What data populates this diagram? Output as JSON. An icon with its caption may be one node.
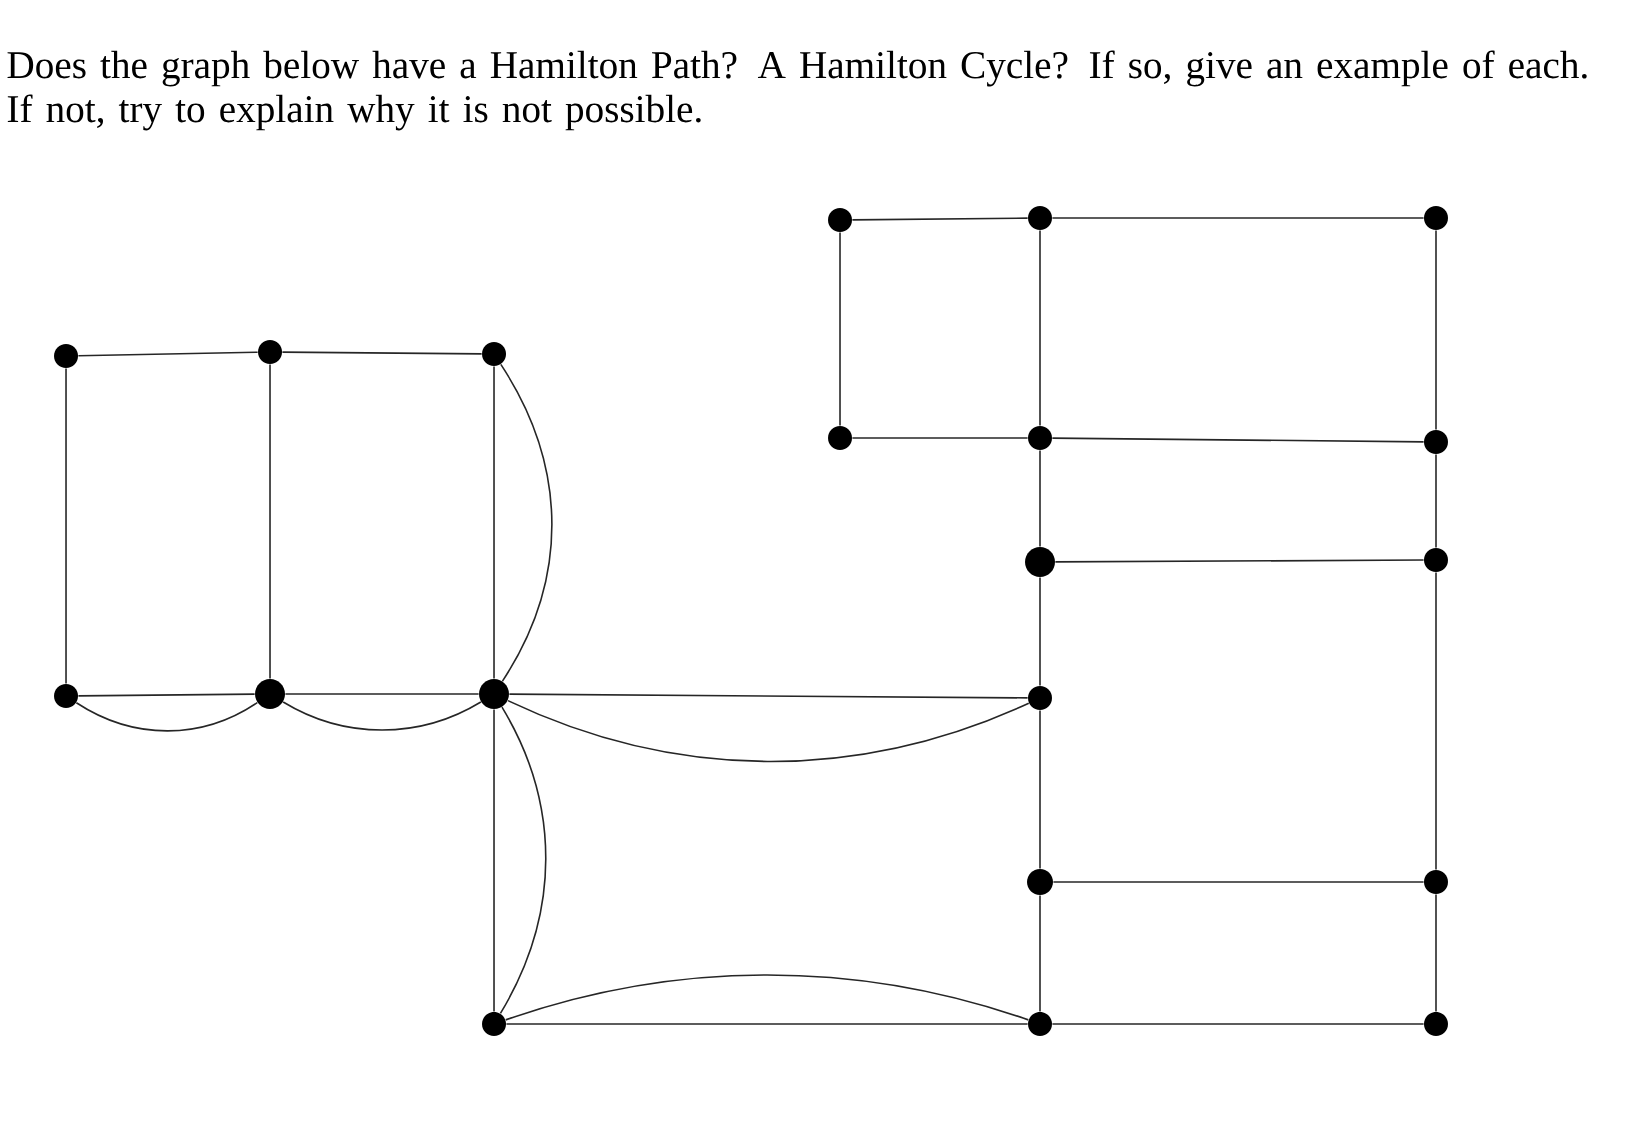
{
  "diagram": {
    "title": "Does the graph below have a Hamilton Path? A Hamilton Cycle? If so, give an example of each. If not, try to explain why it is not possible.",
    "nodes": [
      {
        "text": [],
        "shape": "circle"
      },
      {
        "text": [],
        "shape": "circle"
      },
      {
        "text": [],
        "shape": "circle"
      },
      {
        "text": [],
        "shape": "circle"
      },
      {
        "text": [],
        "shape": "circle"
      },
      {
        "text": [],
        "shape": "circle"
      },
      {
        "text": [],
        "shape": "circle"
      },
      {
        "text": [],
        "shape": "circle"
      },
      {
        "text": [],
        "shape": "circle"
      },
      {
        "text": [],
        "shape": "circle"
      },
      {
        "text": [],
        "shape": "circle"
      },
      {
        "text": [],
        "shape": "circle"
      },
      {
        "text": [],
        "shape": "circle"
      },
      {
        "text": [],
        "shape": "circle"
      },
      {
        "text": [],
        "shape": "circle"
      },
      {
        "text": [],
        "shape": "circle"
      },
      {
        "text": [],
        "shape": "circle"
      },
      {
        "text": [],
        "shape": "circle"
      },
      {
        "text": [],
        "shape": "circle"
      },
      {
        "text": [],
        "shape": "circle"
      }
    ],
    "edges": [
      {
        "from": 0,
        "to": 1,
        "arrow": "none"
      },
      {
        "from": 1,
        "to": 2,
        "arrow": "none"
      },
      {
        "from": 0,
        "to": 6,
        "arrow": "none"
      },
      {
        "from": 1,
        "to": 7,
        "arrow": "none"
      },
      {
        "from": 2,
        "to": 8,
        "arrow": "none"
      },
      {
        "from": 6,
        "to": 7,
        "arrow": "none"
      },
      {
        "from": 7,
        "to": 8,
        "arrow": "none"
      },
      {
        "from": 3,
        "to": 4,
        "arrow": "none"
      },
      {
        "from": 4,
        "to": 5,
        "arrow": "none"
      },
      {
        "from": 3,
        "to": 11,
        "arrow": "none"
      },
      {
        "from": 4,
        "to": 12,
        "arrow": "none"
      },
      {
        "from": 5,
        "to": 13,
        "arrow": "none"
      },
      {
        "from": 5,
        "to": 13,
        "arrow": "none"
      },
      {
        "from": 7,
        "to": 9,
        "arrow": "none"
      },
      {
        "from": 8,
        "to": 10,
        "arrow": "none"
      },
      {
        "from": 9,
        "to": 10,
        "arrow": "none"
      },
      {
        "from": 9,
        "to": 14,
        "arrow": "none"
      },
      {
        "from": 10,
        "to": 16,
        "arrow": "none"
      },
      {
        "from": 11,
        "to": 12,
        "arrow": "none"
      },
      {
        "from": 11,
        "to": 12,
        "arrow": "none"
      },
      {
        "from": 12,
        "to": 13,
        "arrow": "none"
      },
      {
        "from": 12,
        "to": 13,
        "arrow": "none"
      },
      {
        "from": 13,
        "to": 14,
        "arrow": "none"
      },
      {
        "from": 13,
        "to": 14,
        "arrow": "none"
      },
      {
        "from": 13,
        "to": 17,
        "arrow": "none"
      },
      {
        "from": 13,
        "to": 17,
        "arrow": "none"
      },
      {
        "from": 14,
        "to": 15,
        "arrow": "none"
      },
      {
        "from": 15,
        "to": 16,
        "arrow": "none"
      },
      {
        "from": 15,
        "to": 18,
        "arrow": "none"
      },
      {
        "from": 16,
        "to": 19,
        "arrow": "none"
      },
      {
        "from": 17,
        "to": 18,
        "arrow": "none"
      },
      {
        "from": 17,
        "to": 18,
        "arrow": "none"
      },
      {
        "from": 18,
        "to": 19,
        "arrow": "none"
      }
    ]
  }
}
